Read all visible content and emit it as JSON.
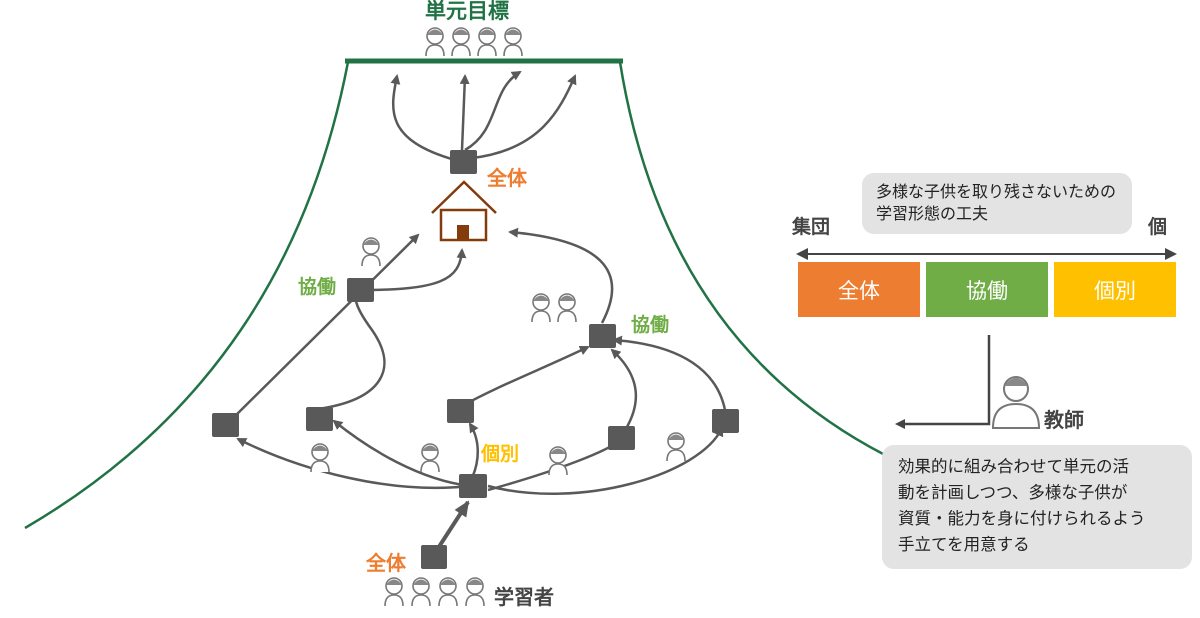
{
  "goal_label": "単元目標",
  "learners_label": "学習者",
  "labels": {
    "whole_top": "全体",
    "collab_left": "協働",
    "collab_right": "協働",
    "individual": "個別",
    "whole_bottom": "全体"
  },
  "legend": {
    "note": "多様な子供を取り残さないための学習形態の工夫",
    "note_line1": "多様な子供を取り残さないための",
    "note_line2": "学習形態の工夫",
    "left_end": "集団",
    "right_end": "個",
    "bars": [
      {
        "label": "全体",
        "color": "#ed7d31"
      },
      {
        "label": "協働",
        "color": "#70ad47"
      },
      {
        "label": "個別",
        "color": "#ffc000"
      }
    ]
  },
  "teacher": {
    "label": "教師",
    "note_lines": [
      "効果的に組み合わせて単元の活",
      "動を計画しつつ、多様な子供が",
      "資質・能力を身に付けられるよう",
      "手立てを用意する"
    ]
  },
  "colors": {
    "mountain": "#217346",
    "whole": "#ed7d31",
    "collab": "#70ad47",
    "individual": "#ffc000",
    "node": "#595959",
    "house": "#843c0c"
  }
}
